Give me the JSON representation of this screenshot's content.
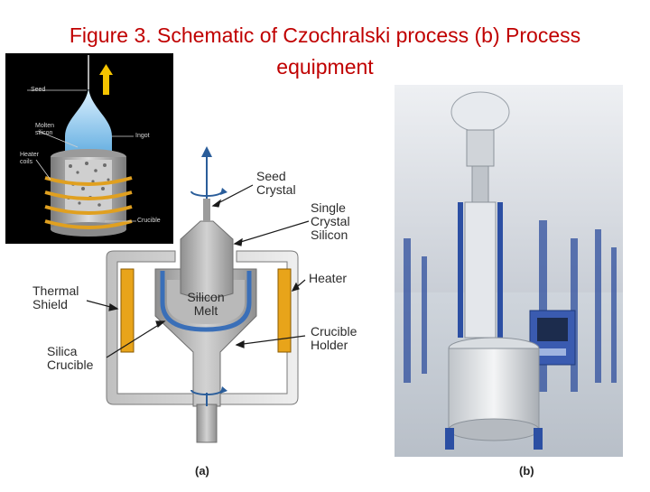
{
  "title": {
    "line1": "Figure 3. Schematic of Czochralski process (b) Process",
    "line2": "equipment"
  },
  "inset": {
    "labels": {
      "seed": "Seed",
      "molten_silicon_1": "Molten",
      "molten_silicon_2": "silicon",
      "heater_coils_1": "Heater",
      "heater_coils_2": "coils",
      "ingot": "Ingot",
      "crucible": "Crucible"
    },
    "colors": {
      "arrow": "#f5c400",
      "coil": "#e0a020",
      "ingot": "#4aa8e0"
    }
  },
  "diagram": {
    "labels": {
      "seed_crystal_1": "Seed",
      "seed_crystal_2": "Crystal",
      "single_crystal_1": "Single",
      "single_crystal_2": "Crystal",
      "single_crystal_3": "Silicon",
      "heater": "Heater",
      "thermal_shield_1": "Thermal",
      "thermal_shield_2": "Shield",
      "silicon_melt_1": "Silicon",
      "silicon_melt_2": "Melt",
      "crucible_holder_1": "Crucible",
      "crucible_holder_2": "Holder",
      "silica_crucible_1": "Silica",
      "silica_crucible_2": "Crucible"
    },
    "colors": {
      "heater": "#e8a41a",
      "crucible": "#3a6fb8",
      "metal": "#a9a9a9"
    }
  },
  "panels": {
    "a": "(a)",
    "b": "(b)"
  }
}
